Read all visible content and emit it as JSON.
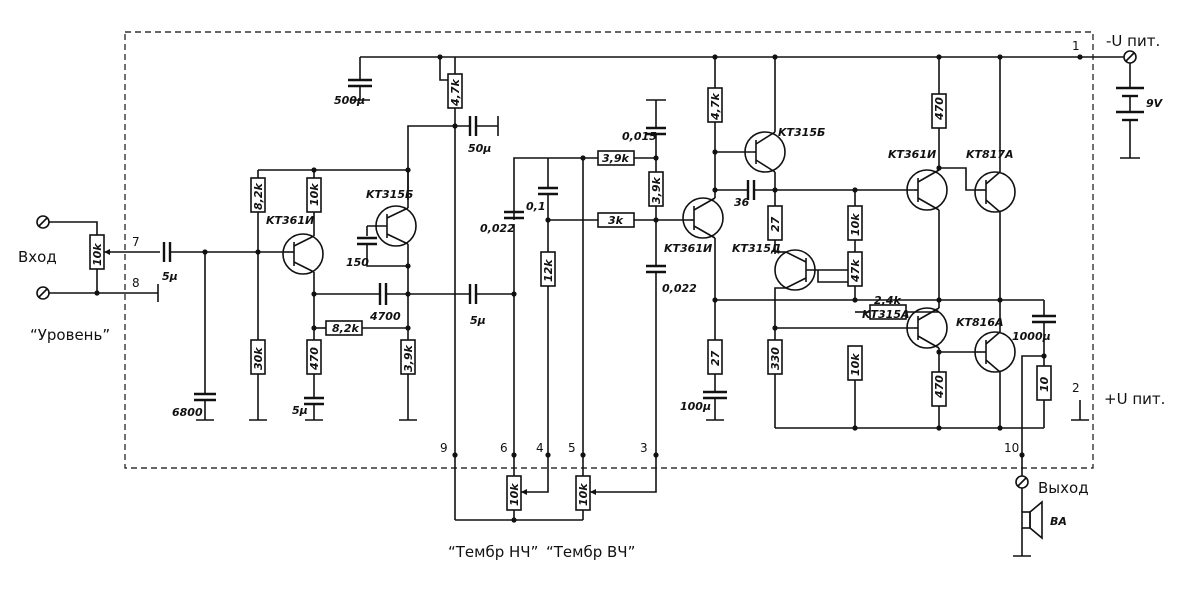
{
  "labels": {
    "input": "Вход",
    "output": "Выход",
    "level": "“Уровень”",
    "bass": "“Тембр НЧ”",
    "treble": "“Тембр ВЧ”",
    "supply_minus": "-U пит.",
    "supply_plus": "+U пит.",
    "battery_voltage": "9V",
    "speaker": "BA"
  },
  "pins": [
    "1",
    "2",
    "3",
    "4",
    "5",
    "6",
    "7",
    "8",
    "9",
    "10"
  ],
  "transistors": [
    "KT361И",
    "KT315Б",
    "KT361И",
    "KT315Б",
    "KT315Д",
    "KT361И",
    "KT817A",
    "KT315A",
    "KT816A"
  ],
  "resistors": [
    "10k",
    "8,2k",
    "10k",
    "30k",
    "470",
    "8,2k",
    "3,9k",
    "4,7k",
    "3,9k",
    "3k",
    "3,9k",
    "12k",
    "4,7k",
    "27",
    "27",
    "10k",
    "47k",
    "10k",
    "330",
    "470",
    "2,4k",
    "470",
    "10",
    "10k",
    "10k"
  ],
  "capacitors": [
    "5μ",
    "6800",
    "150",
    "4700",
    "5μ",
    "500μ",
    "50μ",
    "5μ",
    "0,015",
    "0,022",
    "0,1",
    "0,022",
    "36",
    "100μ",
    "1000μ"
  ]
}
